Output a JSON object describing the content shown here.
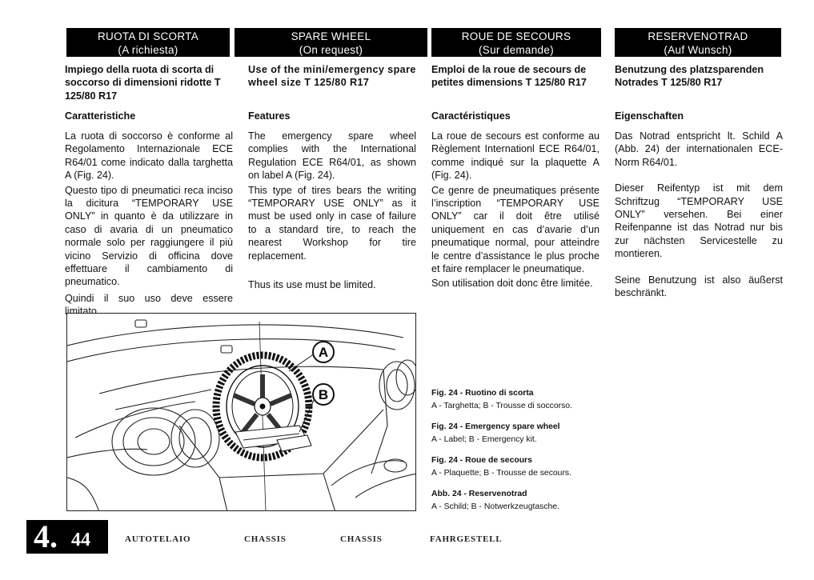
{
  "headers": [
    {
      "line1": "RUOTA DI SCORTA",
      "line2": "(A richiesta)"
    },
    {
      "line1": "SPARE WHEEL",
      "line2": "(On request)"
    },
    {
      "line1": "ROUE DE SECOURS",
      "line2": "(Sur demande)"
    },
    {
      "line1": "RESERVENOTRAD",
      "line2": "(Auf Wunsch)"
    }
  ],
  "columns": [
    {
      "title": "Impiego della ruota di scorta di soccorso di dimensioni ridotte T 125/80 R17",
      "subtitle": "Caratteristiche",
      "p1": "La ruota di soccorso è conforme al Regolamento Internazionale ECE R64/01 come indicato dalla targhetta A (Fig. 24).",
      "p2": "Questo tipo di pneumatici reca inciso la dicitura “TEMPORARY USE ONLY” in quanto è da utilizzare in caso di avaria di un pneumatico normale solo per raggiungere il più vicino Servizio di officina dove effettuare il cambiamento di pneumatico.",
      "p3": "Quindi il suo uso deve essere limitato."
    },
    {
      "title": "Use of the mini/emergency spare wheel size T 125/80 R17",
      "subtitle": "Features",
      "p1": "The emergency spare wheel complies with the International Regulation ECE R64/01, as shown on label A (Fig. 24).",
      "p2": "This type of tires bears the writing “TEMPORARY USE ONLY” as it must be used only in case of failure to a standard tire, to reach the nearest Workshop for tire replacement.",
      "p3": "Thus its use must be limited."
    },
    {
      "title": "Emploi de la roue de secours de petites dimensions T 125/80 R17",
      "subtitle": "Caractéristiques",
      "p1": "La roue de secours est conforme au Règlement Internationl ECE R64/01, comme indiqué sur la plaquette A (Fig. 24).",
      "p2": "Ce genre de pneumatiques présente l’inscription “TEMPORARY USE ONLY” car il doit être utilisé uniquement en cas d’avarie d’un pneumatique normal, pour atteindre le centre d’assistance le plus proche et faire remplacer le pneumatique.",
      "p3": "Son utilisation doit donc être limitée."
    },
    {
      "title": "Benutzung des platzsparenden Notrades T 125/80 R17",
      "subtitle": "Eigenschaften",
      "p1": "Das Notrad entspricht lt. Schild A (Abb. 24) der internationalen ECE-Norm R64/01.",
      "p2": "Dieser Reifentyp ist mit dem Schriftzug “TEMPORARY USE ONLY” versehen. Bei einer Reifenpanne ist das Notrad nur bis zur nächsten Servicestelle zu montieren.",
      "p3": "Seine Benutzung ist also äußerst beschränkt."
    }
  ],
  "figure": {
    "label_a": "A",
    "label_b": "B"
  },
  "captions": [
    {
      "title": "Fig. 24 - Ruotino di scorta",
      "text": "A - Targhetta; B - Trousse di soccorso."
    },
    {
      "title": "Fig. 24 - Emergency spare wheel",
      "text": "A - Label; B - Emergency kit."
    },
    {
      "title": "Fig. 24 - Roue de secours",
      "text": "A - Plaquette; B - Trousse de secours."
    },
    {
      "title": "Abb. 24 - Reservenotrad",
      "text": "A - Schild; B - Notwerkzeugtasche."
    }
  ],
  "footer": {
    "page_major": "4.",
    "page_minor": "44",
    "labels": [
      "AUTOTELAIO",
      "CHASSIS",
      "CHASSIS",
      "FAHRGESTELL"
    ]
  }
}
